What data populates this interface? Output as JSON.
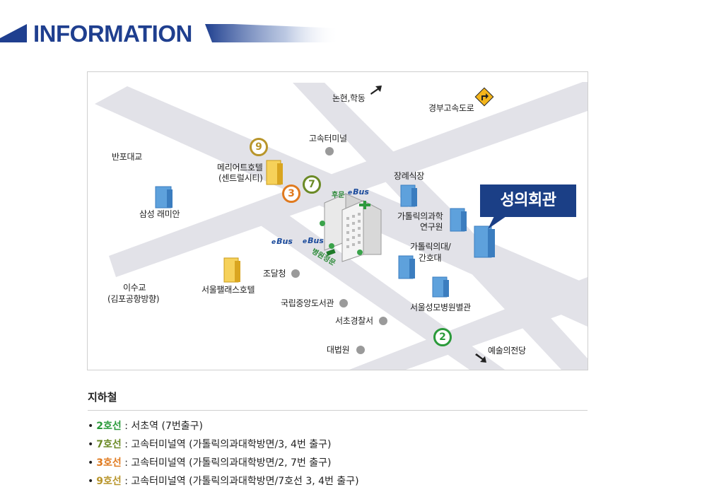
{
  "header": {
    "title": "INFORMATION"
  },
  "map": {
    "callout": "성의회관",
    "labels": {
      "nonhyeon": "논현,학동",
      "gyeongbu": "경부고속도로",
      "banpo_bridge": "반포대교",
      "terminal": "고속터미널",
      "marriott_1": "메리어트호텔",
      "marriott_2": "(센트럴시티)",
      "samsung": "삼성 래미안",
      "funeral": "장례식장",
      "science_1": "가톨릭의과학",
      "science_2": "연구원",
      "nursing_1": "가톨릭의대/",
      "nursing_2": "간호대",
      "isu_1": "이수교",
      "isu_2": "(김포공항방향)",
      "palace": "서울팰래스호텔",
      "pps": "조달청",
      "library": "국립중앙도서관",
      "annex": "서울성모병원별관",
      "police": "서초경찰서",
      "court": "대법원",
      "arts": "예술의전당",
      "back_gate": "후문",
      "main_gate": "병원정문",
      "bus": "Bus",
      "bus_prefix": "e"
    },
    "stations": {
      "line9": "9",
      "line3": "3",
      "line7": "7",
      "line2": "2"
    },
    "colors": {
      "line2": "#2a9a3a",
      "line3": "#e07a1f",
      "line7": "#6b8a26",
      "line9": "#b8952b",
      "road": "#e2e2e8",
      "callout": "#1b3f86",
      "title": "#1f3f8f"
    }
  },
  "subway": {
    "title": "지하철",
    "lines": [
      {
        "name": "2호선",
        "desc": " : 서초역 (7번출구)",
        "color": "#2a9a3a"
      },
      {
        "name": "7호선",
        "desc": " : 고속터미널역 (가톨릭의과대학방면/3, 4번 출구)",
        "color": "#6b8a26"
      },
      {
        "name": "3호선",
        "desc": " : 고속터미널역 (가톨릭의과대학방면/2, 7번 출구)",
        "color": "#e07a1f"
      },
      {
        "name": "9호선",
        "desc": " : 고속터미널역 (가톨릭의과대학방면/7호선 3, 4번 출구)",
        "color": "#b8952b"
      }
    ]
  }
}
